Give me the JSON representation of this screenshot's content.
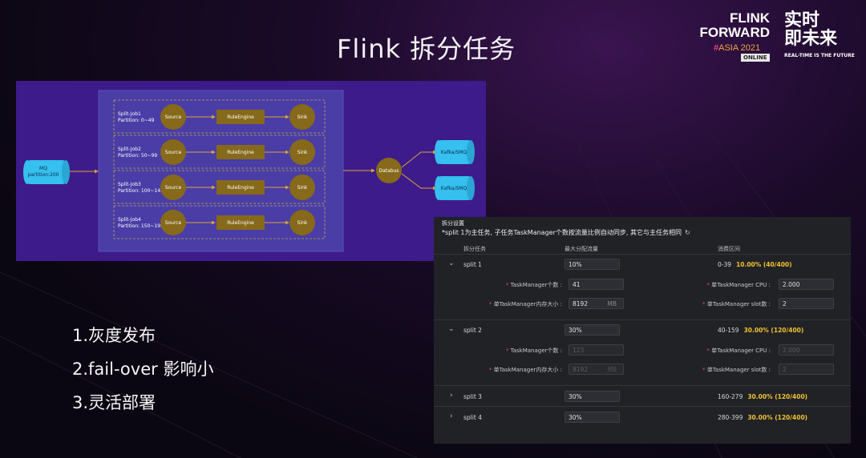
{
  "slide_title": "Flink 拆分任务",
  "logo": {
    "line1": "FLINK",
    "line2": "FORWARD",
    "hash": "#",
    "asia": "ASIA 2021",
    "online": "ONLINE",
    "cn1": "实时",
    "cn2": "即未来",
    "tagline": "REAL-TIME IS THE FUTURE"
  },
  "diagram": {
    "mq_label": "MQ",
    "mq_sub": "partition:200",
    "source_label": "Source",
    "rule_label": "RuleEngine",
    "sink_label": "Sink",
    "databus_label": "Databus",
    "outputs": [
      "Kafka/SMQ",
      "Kafka/SMQ"
    ],
    "jobs": [
      {
        "name": "Split-Job1",
        "partition": "Partition: 0~49"
      },
      {
        "name": "Split-Job2",
        "partition": "Partition: 50~99"
      },
      {
        "name": "Split-Job3",
        "partition": "Partition: 100~149"
      },
      {
        "name": "Split-Job4",
        "partition": "Partition: 150~199"
      }
    ]
  },
  "bullets": [
    "1.灰度发布",
    "2.fail-over 影响小",
    "3.灵活部署"
  ],
  "panel": {
    "title": "拆分设置",
    "description": "*split 1为主任务, 子任务TaskManager个数按流量比例自动同步, 其它与主任务相同",
    "col_task": "拆分任务",
    "col_flow": "最大分配流量",
    "col_range": "消费区间",
    "field_tm_count": "TaskManager个数 :",
    "field_tm_mem": "单TaskManager内存大小 :",
    "field_tm_cpu": "单TaskManager CPU :",
    "field_tm_slot": "单TaskManager slot数 :",
    "mem_unit": "MB",
    "splits": [
      {
        "name": "split 1",
        "flow": "10%",
        "range": "0-39",
        "pct": "10.00% (40/400)",
        "tm_count": "41",
        "tm_mem": "8192",
        "cpu": "2.000",
        "slot": "2"
      },
      {
        "name": "split 2",
        "flow": "30%",
        "range": "40-159",
        "pct": "30.00% (120/400)",
        "tm_count": "123",
        "tm_mem": "8192",
        "cpu": "2.000",
        "slot": "2"
      },
      {
        "name": "split 3",
        "flow": "30%",
        "range": "160-279",
        "pct": "30.00% (120/400)"
      },
      {
        "name": "split 4",
        "flow": "30%",
        "range": "280-399",
        "pct": "30.00% (120/400)"
      }
    ]
  },
  "colors": {
    "diagram_bg": "#3e1b8a",
    "inner_box": "#4a3da6",
    "node_gold": "#86691a",
    "edge_gold": "#d8a53a",
    "cylinder_blue": "#35c0ef",
    "highlight_pct": "#f1c232"
  }
}
